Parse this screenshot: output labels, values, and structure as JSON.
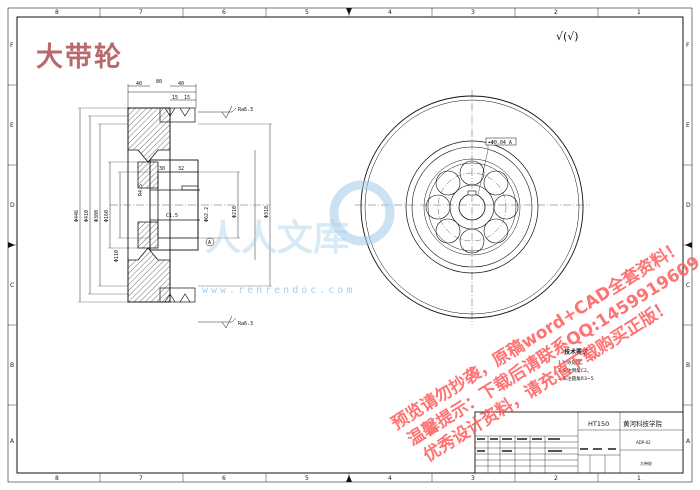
{
  "stamp_title": "大带轮",
  "surface_symbol": "√(√)",
  "zones": {
    "top": [
      "8",
      "7",
      "6",
      "5",
      "4",
      "3",
      "2",
      "1"
    ],
    "bottom": [
      "8",
      "7",
      "6",
      "5",
      "4",
      "3",
      "2",
      "1"
    ],
    "left": [
      "F",
      "E",
      "D",
      "C",
      "B",
      "A"
    ],
    "right": [
      "F",
      "E",
      "D",
      "C",
      "B",
      "A"
    ]
  },
  "dimensions": {
    "top_width": "80",
    "left_offset": "40",
    "right_offset": "40",
    "groove_pitch": "15",
    "groove_width": "15",
    "ra_top": "Ra6.3",
    "ra_bottom": "Ra6.3",
    "dia_outer": "Φ446",
    "dia_2": "Φ410",
    "dia_3": "Φ380",
    "dia_4": "Φ160",
    "dia_5": "Φ110",
    "dia_6": "Φ210",
    "dia_7": "Φ318",
    "hub_a": "30",
    "hub_b": "32",
    "bore_dim": "Φ62.2",
    "keyway": "R4.5",
    "chamfer_l": "C1.5",
    "tol_box": "⌖Φ0.04 A",
    "datum": "A"
  },
  "tech_requirements": {
    "title": "技术要求",
    "items": [
      "1.时效处理。",
      "2.未注倒角C2。",
      "3.未注圆角R3~5"
    ]
  },
  "title_block": {
    "material": "HT150",
    "school": "黄河科技学院",
    "drawing_no": "ADP-02",
    "part_name": "大带轮"
  },
  "watermark": {
    "cn_logo": "人人文库",
    "url": "www.renrendoc.com",
    "line1": "预览请勿抄袭，原稿word+CAD全套资料！",
    "line2": "温馨提示：下载后请联系QQ:1459919609",
    "line3": "优秀设计资料，请充值下载购买正版！"
  }
}
